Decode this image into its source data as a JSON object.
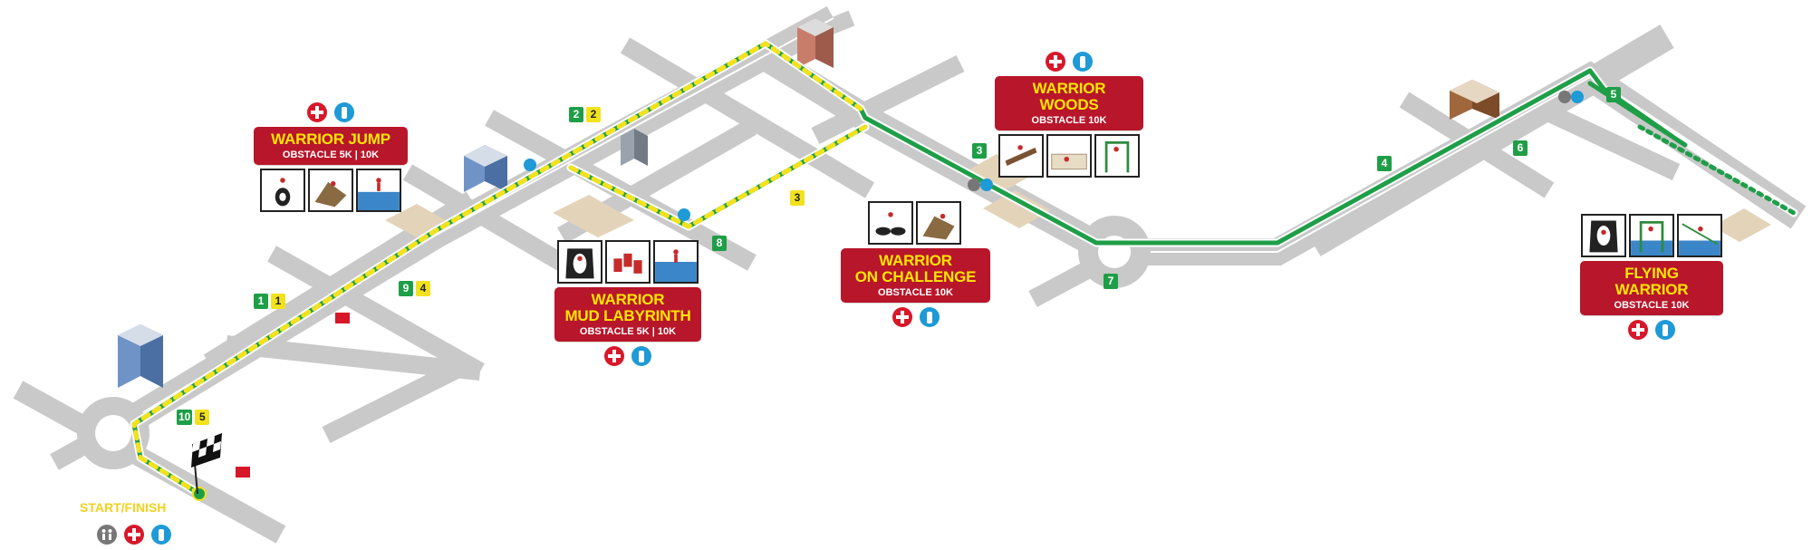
{
  "stations": {
    "jump": {
      "title": "WARRIOR JUMP",
      "sub": "OBSTACLE 5K | 10K"
    },
    "labyrinth": {
      "title1": "WARRIOR",
      "title2": "MUD LABYRINTH",
      "sub": "OBSTACLE 5K | 10K"
    },
    "challenge": {
      "title1": "WARRIOR",
      "title2": "ON CHALLENGE",
      "sub": "OBSTACLE 10K"
    },
    "woods": {
      "title": "WARRIOR WOODS",
      "sub": "OBSTACLE 10K"
    },
    "flying": {
      "title": "FLYING WARRIOR",
      "sub": "OBSTACLE 10K"
    }
  },
  "start": {
    "label": "START/FINISH"
  },
  "km_markers": {
    "m1": [
      "1",
      "1"
    ],
    "m2": [
      "2",
      "2"
    ],
    "m94": [
      "9",
      "4"
    ],
    "m105": [
      "10",
      "5"
    ],
    "y3": "3",
    "g3": "3",
    "g4": "4",
    "g5": "5",
    "g6": "6",
    "g7": "7",
    "g8": "8"
  },
  "colors": {
    "route_10k": "#1f9e48",
    "route_5k": "#f2e21d",
    "label_bg": "#b8162a",
    "label_title": "#ffe600",
    "road": "#c9c9c9",
    "medical": "#d7182a",
    "water": "#1e9ad6",
    "restroom": "#777777"
  },
  "icon_types": [
    "medical-icon",
    "water-icon",
    "restroom-icon",
    "checkered-flag-icon"
  ]
}
